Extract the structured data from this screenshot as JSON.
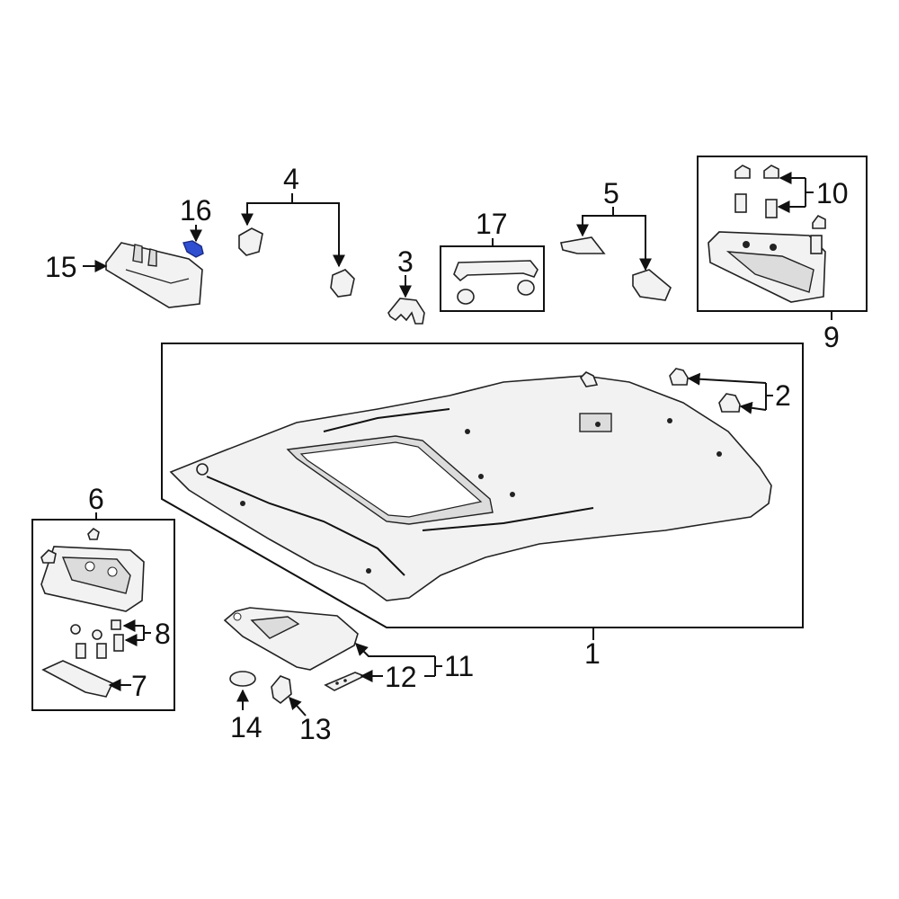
{
  "diagram": {
    "callouts": {
      "c1": "1",
      "c2": "2",
      "c3": "3",
      "c4": "4",
      "c5": "5",
      "c6": "6",
      "c7": "7",
      "c8": "8",
      "c9": "9",
      "c10": "10",
      "c11": "11",
      "c12": "12",
      "c13": "13",
      "c14": "14",
      "c15": "15",
      "c16": "16",
      "c17": "17"
    },
    "colors": {
      "line": "#111111",
      "highlight": "#2f4fd0",
      "part_fill": "#f2f2f2"
    }
  }
}
